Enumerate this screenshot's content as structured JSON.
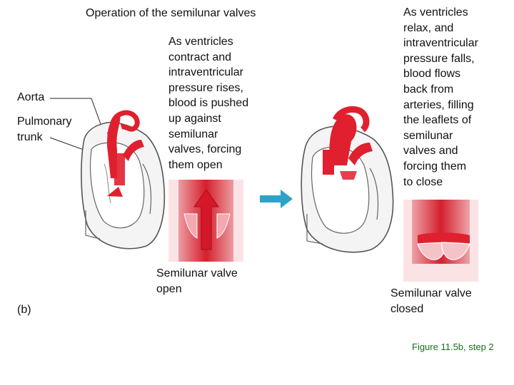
{
  "title": "Operation of the semilunar valves",
  "labels": {
    "aorta": "Aorta",
    "pulmonary_trunk": "Pulmonary\ntrunk",
    "panel": "(b)"
  },
  "left_panel": {
    "caption": "As ventricles\ncontract and\nintraventricular\npressure rises,\nblood is pushed\nup against\nsemilunar\nvalves, forcing\nthem open",
    "valve_label": "Semilunar valve\nopen"
  },
  "right_panel": {
    "caption": "As ventricles\nrelax, and\nintraventricular\npressure falls,\nblood flows\nback from\narteries, filling\nthe leaflets of\nsemilunar\nvalves and\nforcing them\nto close",
    "valve_label": "Semilunar valve\nclosed"
  },
  "figure_ref": "Figure 11.5b, step 2",
  "colors": {
    "blood": "#e0202e",
    "vessel_wall": "#f2a9b0",
    "heart_outline": "#555555",
    "arrow": "#2aa3c7",
    "figure_ref": "#1a6e1a"
  }
}
